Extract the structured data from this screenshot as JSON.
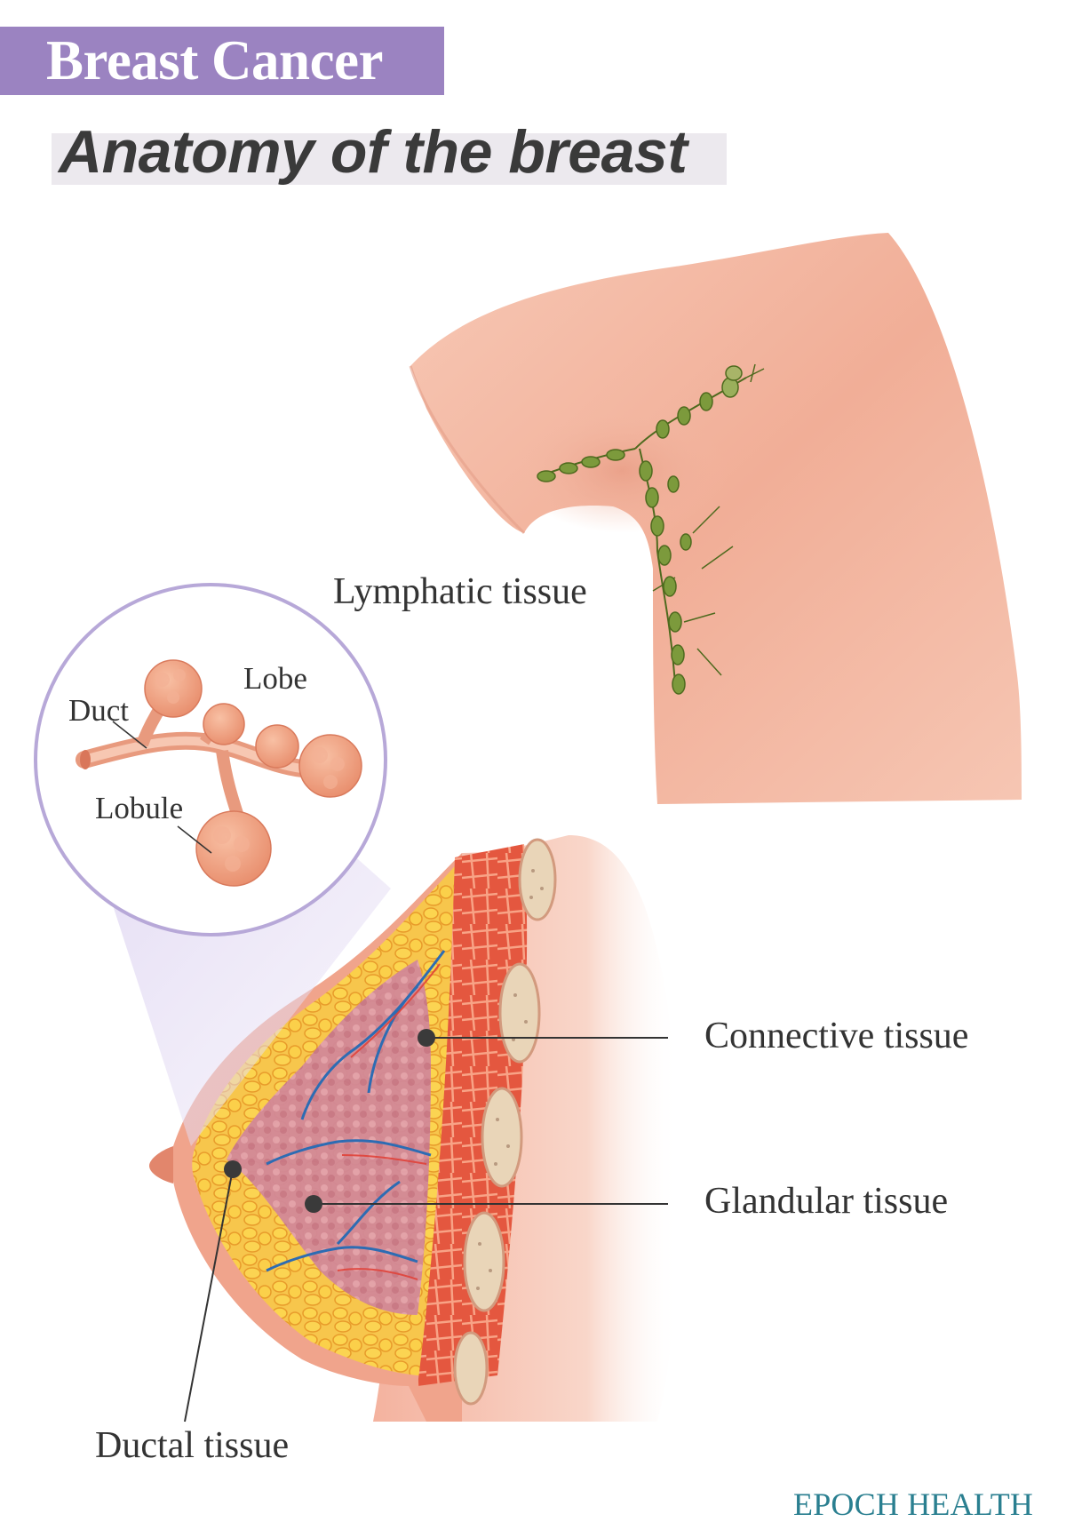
{
  "header": {
    "category": "Breast Cancer",
    "title": "Anatomy of the breast"
  },
  "labels": {
    "lymphatic": "Lymphatic tissue",
    "lobe": "Lobe",
    "duct": "Duct",
    "lobule": "Lobule",
    "connective": "Connective tissue",
    "glandular": "Glandular tissue",
    "ductal": "Ductal tissue"
  },
  "brand": "EPOCH HEALTH",
  "colors": {
    "banner": "#9b83c1",
    "brand": "#2a7f90",
    "skin": "#f2b49f",
    "lymph_node": "#7c9a3c",
    "fat": "#f5b531",
    "gland": "#c97b8f",
    "vein": "#2d6cb3"
  }
}
